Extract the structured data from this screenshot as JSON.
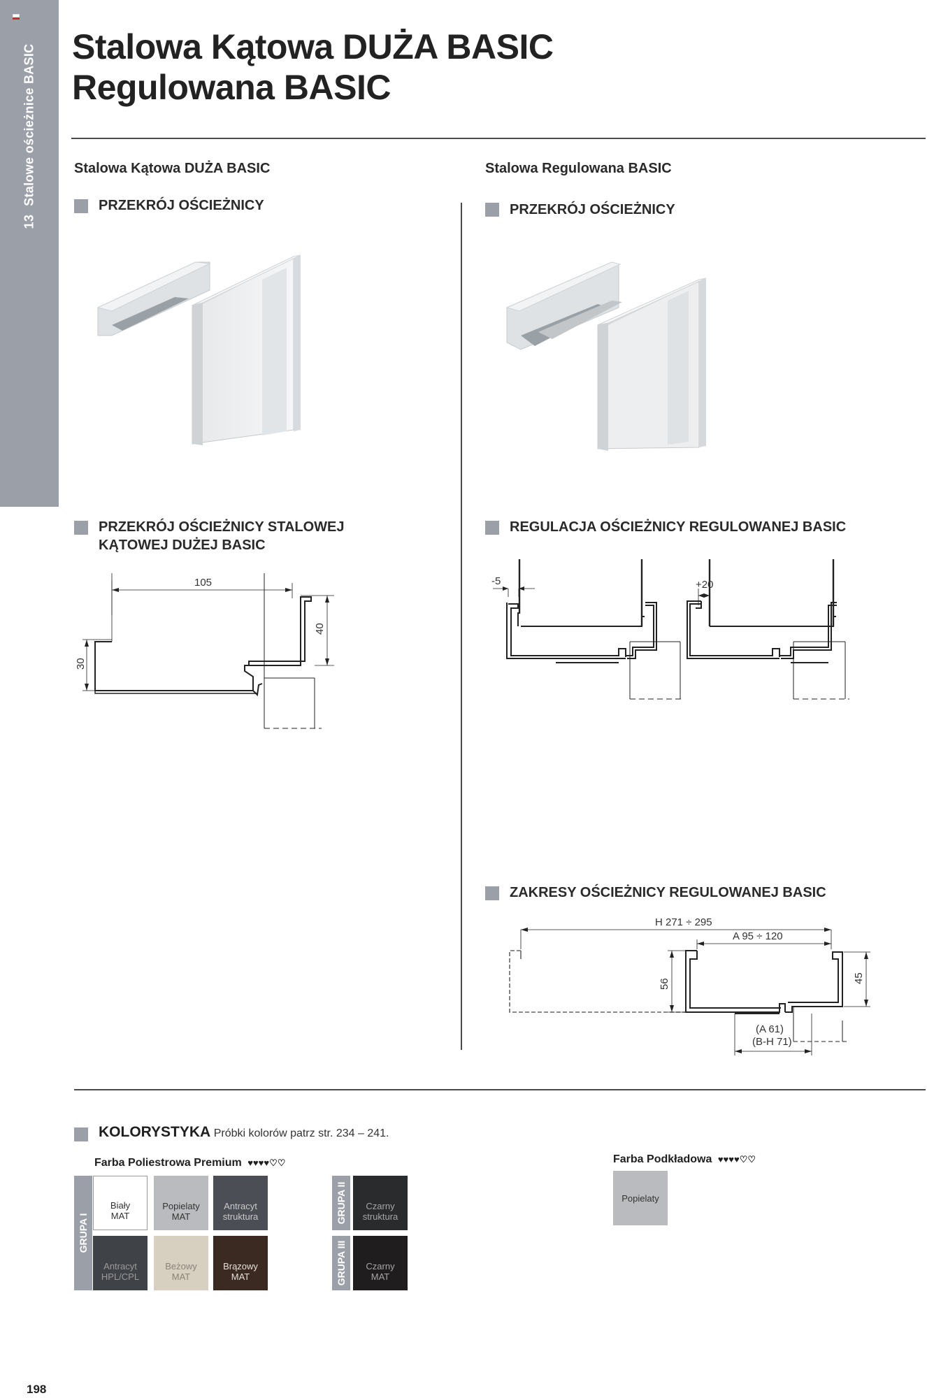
{
  "sidebar": {
    "number": "13",
    "label": "Stalowe ościeżnice BASIC"
  },
  "header": {
    "title_line1": "Stalowa Kątowa DUŻA BASIC",
    "title_line2": "Regulowana BASIC"
  },
  "left_column": {
    "product_name": "Stalowa Kątowa DUŻA BASIC",
    "section_cross_section": "PRZEKRÓJ OŚCIEŻNICY",
    "section_profile_line1": "PRZEKRÓJ OŚCIEŻNICY STALOWEJ",
    "section_profile_line2": "KĄTOWEJ DUŻEJ BASIC",
    "dims": {
      "width": "105",
      "height": "40",
      "left": "30"
    }
  },
  "right_column": {
    "product_name": "Stalowa Regulowana BASIC",
    "section_cross_section": "PRZEKRÓJ OŚCIEŻNICY",
    "section_adjustment": "REGULACJA OŚCIEŻNICY  REGULOWANEJ  BASIC",
    "adjust_min": "-5",
    "adjust_max": "+20",
    "section_ranges": "ZAKRESY OŚCIEŻNICY REGULOWANEJ  BASIC",
    "ranges": {
      "h": "H 271 ÷ 295",
      "a": "A 95 ÷ 120",
      "depth_left": "56",
      "depth_right": "45",
      "a61": "(A 61)",
      "bh71": "(B-H 71)"
    }
  },
  "colors_section": {
    "heading": "KOLORYSTYKA",
    "note": "Próbki kolorów patrz str. 234 – 241.",
    "polyester": {
      "title": "Farba Poliestrowa Premium",
      "rating": "♥♥♥♥♡♡",
      "group1_label": "GRUPA I",
      "group2_label": "GRUPA II",
      "group3_label": "GRUPA III",
      "group1": [
        {
          "name": "Biały",
          "finish": "MAT",
          "color": "#ffffff",
          "text": "#333333"
        },
        {
          "name": "Popielaty",
          "finish": "MAT",
          "color": "#b9bbbe",
          "text": "#333333"
        },
        {
          "name": "Antracyt",
          "finish": "struktura",
          "color": "#4b4e54",
          "text": "#c9c9c9"
        },
        {
          "name": "Antracyt",
          "finish": "HPL/CPL",
          "color": "#3f4247",
          "text": "#9a9a9a"
        },
        {
          "name": "Beżowy",
          "finish": "MAT",
          "color": "#d7cfbf",
          "text": "#8a8478"
        },
        {
          "name": "Brązowy",
          "finish": "MAT",
          "color": "#3b2a22",
          "text": "#e6e0da"
        }
      ],
      "group2": [
        {
          "name": "Czarny",
          "finish": "struktura",
          "color": "#2a2b2d",
          "text": "#a6a6a6"
        }
      ],
      "group3": [
        {
          "name": "Czarny",
          "finish": "MAT",
          "color": "#1f1d1e",
          "text": "#a6a6a6"
        }
      ]
    },
    "primer": {
      "title": "Farba Podkładowa",
      "rating": "♥♥♥♥♡♡",
      "swatch": {
        "name": "Popielaty",
        "color": "#b9bbbe",
        "text": "#333333"
      }
    }
  },
  "page_number": "198"
}
